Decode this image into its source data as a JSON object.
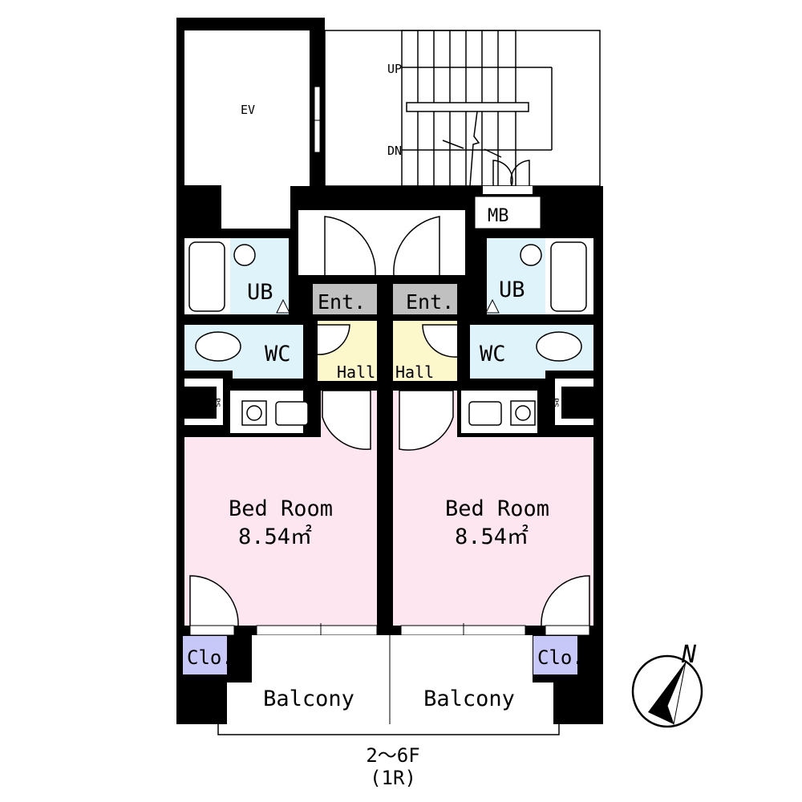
{
  "rooms": {
    "ev": "EV",
    "stairs_up": "UP",
    "stairs_down": "DN",
    "mb": "MB",
    "ub_left": "UB",
    "ub_right": "UB",
    "ent_left": "Ent.",
    "ent_right": "Ent.",
    "wc_left": "WC",
    "wc_right": "WC",
    "hall_left": "Hall",
    "hall_right": "Hall",
    "ps_left": "PS",
    "ps_right": "PS",
    "bedroom_left": {
      "name": "Bed Room",
      "area": "8.54㎡"
    },
    "bedroom_right": {
      "name": "Bed Room",
      "area": "8.54㎡"
    },
    "clo_left": "Clo.",
    "clo_right": "Clo.",
    "balcony_left": "Balcony",
    "balcony_right": "Balcony"
  },
  "floor_label": "2～6F",
  "layout_type": "(1R)",
  "compass": {
    "label": "N",
    "icon": "north-arrow-icon"
  },
  "colors": {
    "wall": "#000000",
    "bath": "#dff3fb",
    "entrance": "#c0c0c0",
    "hall": "#fdf8cc",
    "bedroom": "#fde6ef",
    "closet": "#c8c8f8"
  }
}
